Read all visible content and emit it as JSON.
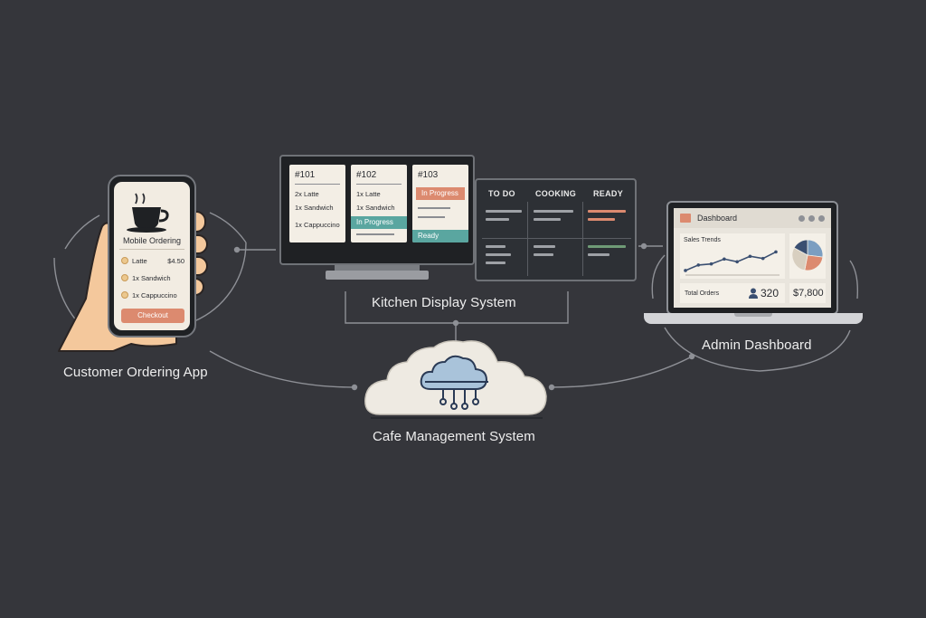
{
  "labels": {
    "customer_app": "Customer Ordering App",
    "kitchen": "Kitchen Display System",
    "admin": "Admin Dashboard",
    "cloud": "Cafe Management System"
  },
  "phone": {
    "title": "Mobile Ordering",
    "items": [
      {
        "name": "Latte",
        "price": "$4.50"
      },
      {
        "name": "1x Sandwich",
        "price": ""
      },
      {
        "name": "1x Cappuccino",
        "price": ""
      }
    ],
    "checkout": "Checkout"
  },
  "kitchen": {
    "tickets": [
      {
        "number": "#101",
        "lines": [
          "2x Latte",
          "1x Sandwich",
          "1x Cappuccino"
        ],
        "status": ""
      },
      {
        "number": "#102",
        "lines": [
          "1x Latte",
          "1x Sandwich"
        ],
        "status": "In Progress"
      },
      {
        "number": "#103",
        "lines": [],
        "status_top": "In Progress",
        "status_bottom": "Ready"
      }
    ],
    "board_columns": [
      "TO DO",
      "COOKING",
      "READY"
    ]
  },
  "dashboard": {
    "title": "Dashboard",
    "sales_label": "Sales Trends",
    "orders_label": "Total Orders",
    "orders_value": "320",
    "revenue_value": "$7,800",
    "line_values": [
      2,
      3,
      3.2,
      4.1,
      3.6,
      4.6,
      4.2,
      5.4
    ],
    "pie": [
      0.27,
      0.26,
      0.3,
      0.17
    ]
  },
  "colors": {
    "background": "#35363b",
    "connector": "#8e9096",
    "accent_orange": "#dc8a6f",
    "accent_teal": "#5aa6a0",
    "accent_blue": "#7b9ec1",
    "navy": "#3a4f71",
    "ticket": "#f3eee5"
  }
}
